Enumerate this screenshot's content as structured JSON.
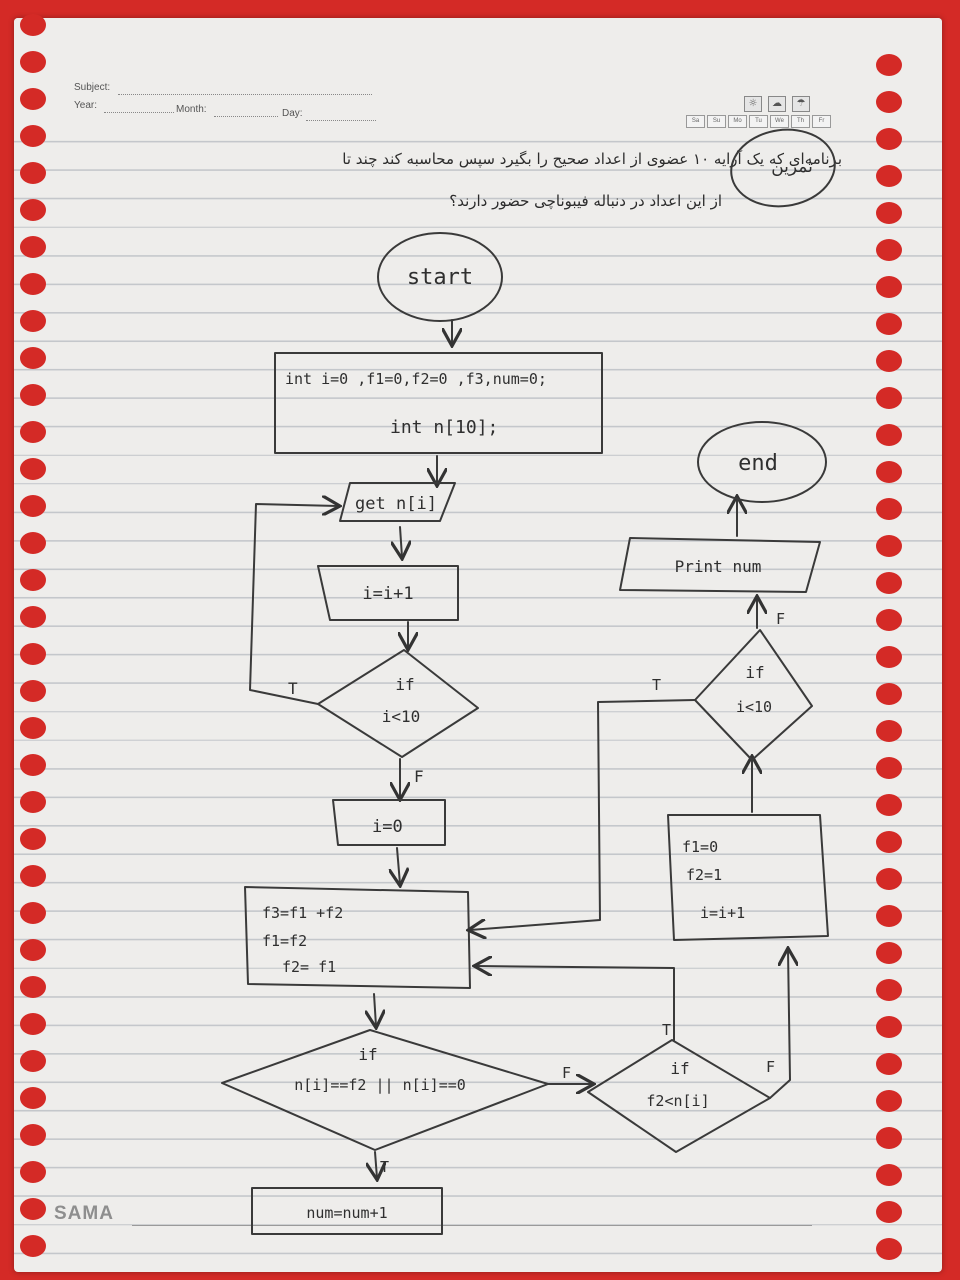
{
  "header": {
    "subject_label": "Subject:",
    "year_label": "Year:",
    "month_label": "Month:",
    "day_label": "Day:",
    "weekdays": [
      "Sa",
      "Su",
      "Mo",
      "Tu",
      "We",
      "Th",
      "Fr"
    ],
    "brand": "SAMA"
  },
  "problem": {
    "badge": "تمرین",
    "line1": "برنامه‌ای که یک آرایه ۱۰ عضوی از اعداد صحیح را بگیرد سپس محاسبه کند چند تا",
    "line2": "از این اعداد در دنباله فیبوناچی حضور دارند؟"
  },
  "flowchart": {
    "start": "start",
    "init_line1": "int i=0 ,f1=0,f2=0 ,f3,num=0;",
    "init_line2": "int n[10];",
    "input": "get n[i]",
    "increment1": "i=i+1",
    "cond1_if": "if",
    "cond1_expr": "i<10",
    "cond1_true": "T",
    "cond1_false": "F",
    "reset_i": "i=0",
    "fib_line1": "f3=f1 +f2",
    "fib_line2": "f1=f2",
    "fib_line3": "f2= f1",
    "cond2_if": "if",
    "cond2_expr": "n[i]==f2 || n[i]==0",
    "cond2_true": "T",
    "cond2_false": "F",
    "count": "num=num+1",
    "cond3_if": "if",
    "cond3_expr": "f2<n[i]",
    "cond3_true": "T",
    "cond3_false": "F",
    "reset_line1": "f1=0",
    "reset_line2": "f2=1",
    "reset_line3": "i=i+1",
    "cond4_if": "if",
    "cond4_expr": "i<10",
    "cond4_true": "T",
    "cond4_false": "F",
    "output": "Print num",
    "end": "end"
  }
}
